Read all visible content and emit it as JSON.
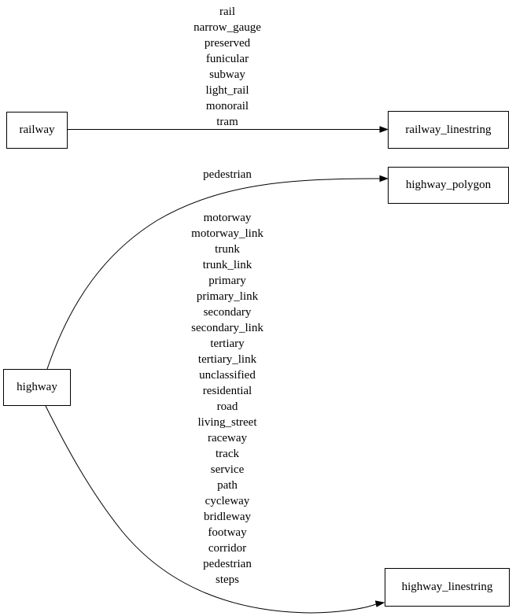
{
  "diagram": {
    "background_color": "#ffffff",
    "stroke_color": "#000000",
    "text_color": "#000000"
  },
  "nodes": {
    "railway": {
      "label": "railway"
    },
    "highway": {
      "label": "highway"
    },
    "railway_linestring": {
      "label": "railway_linestring"
    },
    "highway_polygon": {
      "label": "highway_polygon"
    },
    "highway_linestring": {
      "label": "highway_linestring"
    }
  },
  "edges": {
    "railway_to_railway_linestring": {
      "from": "railway",
      "to": "railway_linestring",
      "labels": [
        "rail",
        "narrow_gauge",
        "preserved",
        "funicular",
        "subway",
        "light_rail",
        "monorail",
        "tram"
      ]
    },
    "highway_to_highway_polygon": {
      "from": "highway",
      "to": "highway_polygon",
      "labels": [
        "pedestrian"
      ]
    },
    "highway_to_highway_linestring": {
      "from": "highway",
      "to": "highway_linestring",
      "labels": [
        "motorway",
        "motorway_link",
        "trunk",
        "trunk_link",
        "primary",
        "primary_link",
        "secondary",
        "secondary_link",
        "tertiary",
        "tertiary_link",
        "unclassified",
        "residential",
        "road",
        "living_street",
        "raceway",
        "track",
        "service",
        "path",
        "cycleway",
        "bridleway",
        "footway",
        "corridor",
        "pedestrian",
        "steps"
      ]
    }
  }
}
